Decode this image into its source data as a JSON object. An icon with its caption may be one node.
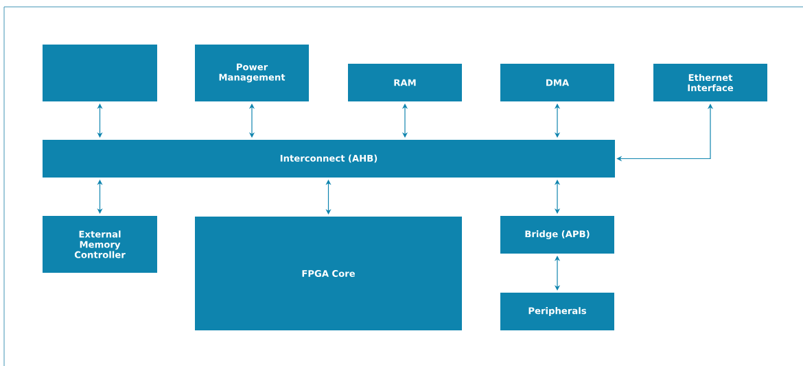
{
  "diagram": {
    "nodes": [
      {
        "text": [],
        "shape": "box"
      },
      {
        "text": [
          "Power Management"
        ]
      },
      {
        "text": [
          "RAM"
        ]
      },
      {
        "text": [
          "DMA"
        ]
      },
      {
        "text": [
          "Ethernet Interface"
        ]
      },
      {
        "text": [
          "Interconnect (AHB)"
        ]
      },
      {
        "text": [
          "External Memory Controller"
        ]
      },
      {
        "text": [
          "FPGA Core"
        ]
      },
      {
        "text": [
          "Bridge (APB)"
        ]
      },
      {
        "text": [
          "Peripherals"
        ]
      }
    ],
    "edges": [
      {
        "from": 0,
        "to": 5,
        "arrow": "both"
      },
      {
        "from": 1,
        "to": 5,
        "arrow": "both"
      },
      {
        "from": 2,
        "to": 5,
        "arrow": "both"
      },
      {
        "from": 3,
        "to": 5,
        "arrow": "both"
      },
      {
        "from": 4,
        "to": 5,
        "arrow": "both"
      },
      {
        "from": 5,
        "to": 6,
        "arrow": "both"
      },
      {
        "from": 5,
        "to": 7,
        "arrow": "both"
      },
      {
        "from": 5,
        "to": 8,
        "arrow": "both"
      },
      {
        "from": 8,
        "to": 9,
        "arrow": "both"
      }
    ]
  }
}
